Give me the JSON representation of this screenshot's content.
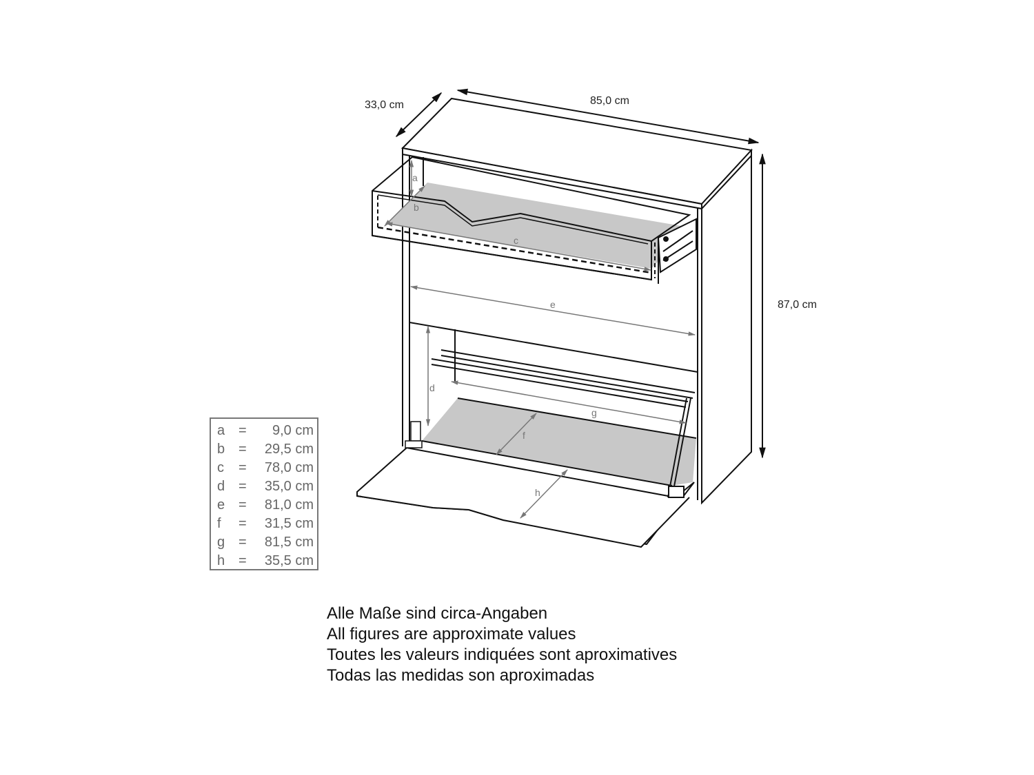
{
  "dimensions": {
    "depth": "33,0 cm",
    "width": "85,0 cm",
    "height": "87,0 cm"
  },
  "labels": {
    "a": "a",
    "b": "b",
    "c": "c",
    "d": "d",
    "e": "e",
    "f": "f",
    "g": "g",
    "h": "h"
  },
  "legend": [
    {
      "key": "a",
      "eq": "=",
      "value": "9,0 cm"
    },
    {
      "key": "b",
      "eq": "=",
      "value": "29,5 cm"
    },
    {
      "key": "c",
      "eq": "=",
      "value": "78,0 cm"
    },
    {
      "key": "d",
      "eq": "=",
      "value": "35,0 cm"
    },
    {
      "key": "e",
      "eq": "=",
      "value": "81,0 cm"
    },
    {
      "key": "f",
      "eq": "=",
      "value": "31,5 cm"
    },
    {
      "key": "g",
      "eq": "=",
      "value": "81,5 cm"
    },
    {
      "key": "h",
      "eq": "=",
      "value": "35,5 cm"
    }
  ],
  "notes": [
    "Alle Maße sind circa-Angaben",
    "All figures are approximate values",
    "Toutes les valeurs indiquées sont aproximatives",
    "Todas las medidas son aproximadas"
  ],
  "colors": {
    "line": "#111111",
    "dimension_gray": "#777777",
    "shelf_fill": "#c8c8c8"
  }
}
